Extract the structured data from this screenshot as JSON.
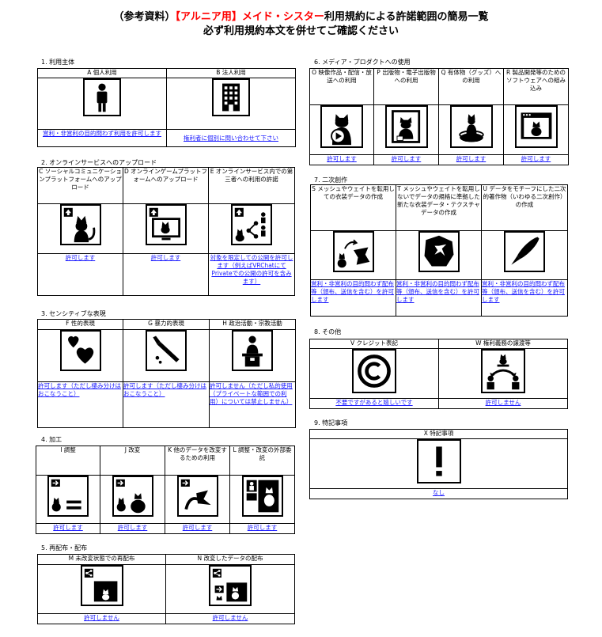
{
  "header": {
    "line1_a": "（参考資料）",
    "line1_b": "【アルニア用】メイド・シスター",
    "line1_c": "利用規約による許諾範囲の簡易一覧",
    "line2": "必ず利用規約本文を併せてご確認ください"
  },
  "sections": [
    {
      "title": "1. 利用主体",
      "items": [
        {
          "label": "A 個人利用",
          "icon": "person-icon",
          "result": "営利・非営利の目的問わず利用を許可します"
        },
        {
          "label": "B 法人利用",
          "icon": "building-icon",
          "result": "権利者に個別に問い合わせて下さい"
        }
      ]
    },
    {
      "title": "2. オンラインサービスへのアップロード",
      "items": [
        {
          "label": "C ソーシャルコミュニケーションプラットフォームへのアップロード",
          "icon": "upload-cat-icon",
          "result": "許可します"
        },
        {
          "label": "D オンラインゲームプラットフォームへのアップロード",
          "icon": "monitor-cat-icon",
          "result": "許可します"
        },
        {
          "label": "E オンラインサービス内での第三者への利用の許諾",
          "icon": "share-people-icon",
          "result": "対象を限定しての公開を許可します（例えばVRChatにてPrivateでの公開の許可を含みます）"
        }
      ]
    },
    {
      "title": "3. センシティブな表現",
      "items": [
        {
          "label": "F 性的表現",
          "icon": "hearts-icon",
          "result": "許可します（ただし棲み分けはおこなうこと）"
        },
        {
          "label": "G 暴力的表現",
          "icon": "knife-icon",
          "result": "許可します（ただし棲み分けはおこなうこと）"
        },
        {
          "label": "H 政治活動・宗教活動",
          "icon": "podium-icon",
          "result": "許可しません（ただし私的使用（プライベートな範囲での利用）については禁止しません）"
        }
      ]
    },
    {
      "title": "4. 加工",
      "items": [
        {
          "label": "I 調整",
          "icon": "adjust-icon",
          "result": "許可します"
        },
        {
          "label": "J 改変",
          "icon": "modify-icon",
          "result": "許可します"
        },
        {
          "label": "K 他のデータを改変するための利用",
          "icon": "other-data-icon",
          "result": "許可します"
        },
        {
          "label": "L 調整・改変の外部委託",
          "icon": "outsource-icon",
          "result": "許可します"
        }
      ]
    },
    {
      "title": "5. 再配布・配布",
      "items": [
        {
          "label": "M 未改変状態での再配布",
          "icon": "redistribute-icon",
          "result": "許可しません"
        },
        {
          "label": "N 改変したデータの配布",
          "icon": "distribute-modified-icon",
          "result": "許可しません"
        }
      ]
    },
    {
      "title": "6. メディア・プロダクトへの使用",
      "items": [
        {
          "label": "O 映像作品・配信・放送への利用",
          "icon": "video-icon",
          "result": "許可します"
        },
        {
          "label": "P 出版物・電子出版物への利用",
          "icon": "publication-icon",
          "result": "許可します"
        },
        {
          "label": "Q 有体物（グッズ）への利用",
          "icon": "goods-icon",
          "result": "許可します"
        },
        {
          "label": "R 製品開発等のためのソフトウェアへの組み込み",
          "icon": "software-icon",
          "result": "許可します"
        }
      ]
    },
    {
      "title": "7. 二次創作",
      "items": [
        {
          "label": "S メッシュやウェイトを転用しての衣装データの作成",
          "icon": "costume-icon",
          "result": "営利・非営利の目的問わず配布等（頒布、送信を含む）を許可します"
        },
        {
          "label": "T メッシュやウェイトを転用しないでデータの規格に準拠した新たな衣装データ・テクスチャデータの作成",
          "icon": "texture-icon",
          "result": "営利・非営利の目的問わず配布等（頒布、送信を含む）を許可します"
        },
        {
          "label": "U データをモチーフにした二次的著作物（いわゆる二次創作）の作成",
          "icon": "pen-icon",
          "result": "営利・非営利の目的問わず配布等（頒布、送信を含む）を許可します"
        }
      ]
    },
    {
      "title": "8. その他",
      "items": [
        {
          "label": "V クレジット表記",
          "icon": "copyright-icon",
          "result": "不要ですがあると嬉しいです"
        },
        {
          "label": "W 権利義務の譲渡等",
          "icon": "transfer-icon",
          "result": "許可しません"
        }
      ]
    },
    {
      "title": "9. 特記事項",
      "items": [
        {
          "label": "X 特記事項",
          "icon": "exclamation-icon",
          "result": "なし"
        }
      ]
    }
  ]
}
